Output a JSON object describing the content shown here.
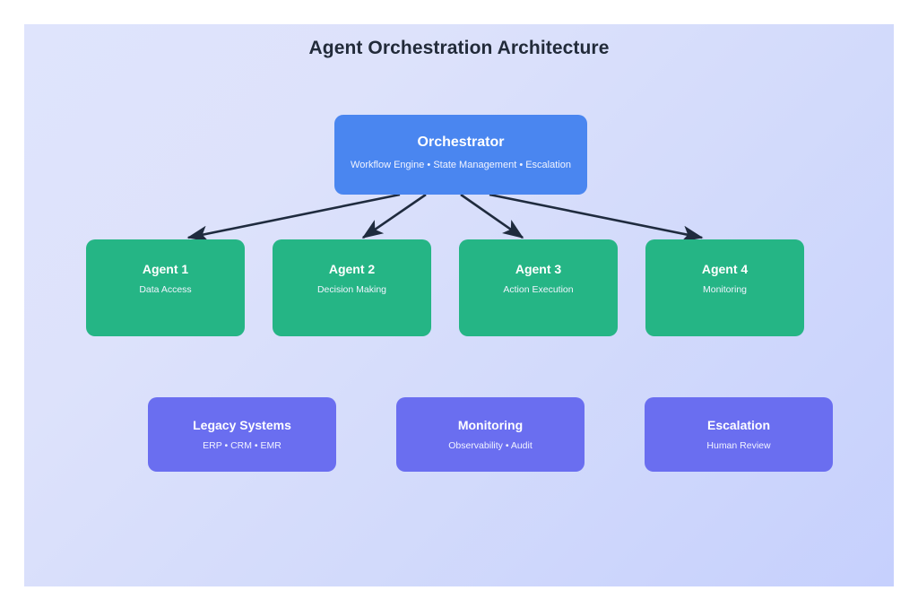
{
  "page": {
    "title": "Agent Orchestration Architecture",
    "background_outer": "#ffffff",
    "canvas_gradient_from": "#dde2fb",
    "canvas_gradient_to": "#c6d0fd",
    "title_color": "#222b3a"
  },
  "diagram": {
    "type": "hierarchy",
    "connector_color": "#1f2b3e",
    "orchestrator": {
      "title": "Orchestrator",
      "subtitle": "Workflow Engine • State Management • Escalation",
      "color": "#4a86f0"
    },
    "agents": [
      {
        "title": "Agent 1",
        "subtitle": "Data Access",
        "color": "#25b585"
      },
      {
        "title": "Agent 2",
        "subtitle": "Decision Making",
        "color": "#25b585"
      },
      {
        "title": "Agent 3",
        "subtitle": "Action Execution",
        "color": "#25b585"
      },
      {
        "title": "Agent 4",
        "subtitle": "Monitoring",
        "color": "#25b585"
      }
    ],
    "support": [
      {
        "title": "Legacy Systems",
        "subtitle": "ERP • CRM • EMR",
        "color": "#6a6ef0"
      },
      {
        "title": "Monitoring",
        "subtitle": "Observability • Audit",
        "color": "#6a6ef0"
      },
      {
        "title": "Escalation",
        "subtitle": "Human Review",
        "color": "#6a6ef0"
      }
    ],
    "edges": [
      {
        "from": "orchestrator",
        "to": "Agent 1"
      },
      {
        "from": "orchestrator",
        "to": "Agent 2"
      },
      {
        "from": "orchestrator",
        "to": "Agent 3"
      },
      {
        "from": "orchestrator",
        "to": "Agent 4"
      }
    ]
  }
}
